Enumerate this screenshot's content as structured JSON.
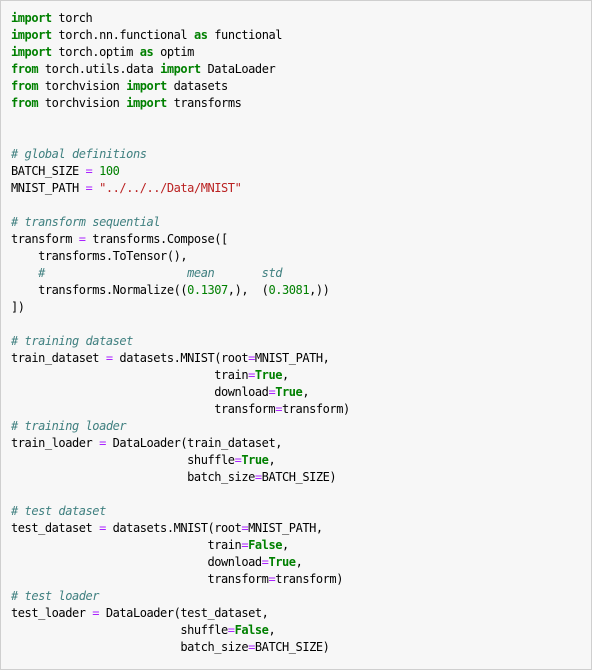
{
  "code_cell": {
    "lines": [
      [
        {
          "t": "kw",
          "v": "import"
        },
        {
          "t": "",
          "v": " torch"
        }
      ],
      [
        {
          "t": "kw",
          "v": "import"
        },
        {
          "t": "",
          "v": " torch.nn.functional "
        },
        {
          "t": "kw",
          "v": "as"
        },
        {
          "t": "",
          "v": " functional"
        }
      ],
      [
        {
          "t": "kw",
          "v": "import"
        },
        {
          "t": "",
          "v": " torch.optim "
        },
        {
          "t": "kw",
          "v": "as"
        },
        {
          "t": "",
          "v": " optim"
        }
      ],
      [
        {
          "t": "kw",
          "v": "from"
        },
        {
          "t": "",
          "v": " torch.utils.data "
        },
        {
          "t": "kw",
          "v": "import"
        },
        {
          "t": "",
          "v": " DataLoader"
        }
      ],
      [
        {
          "t": "kw",
          "v": "from"
        },
        {
          "t": "",
          "v": " torchvision "
        },
        {
          "t": "kw",
          "v": "import"
        },
        {
          "t": "",
          "v": " datasets"
        }
      ],
      [
        {
          "t": "kw",
          "v": "from"
        },
        {
          "t": "",
          "v": " torchvision "
        },
        {
          "t": "kw",
          "v": "import"
        },
        {
          "t": "",
          "v": " transforms"
        }
      ],
      [],
      [],
      [
        {
          "t": "cm",
          "v": "# global definitions"
        }
      ],
      [
        {
          "t": "",
          "v": "BATCH_SIZE "
        },
        {
          "t": "op",
          "v": "="
        },
        {
          "t": "",
          "v": " "
        },
        {
          "t": "num",
          "v": "100"
        }
      ],
      [
        {
          "t": "",
          "v": "MNIST_PATH "
        },
        {
          "t": "op",
          "v": "="
        },
        {
          "t": "",
          "v": " "
        },
        {
          "t": "str",
          "v": "\"../../../Data/MNIST\""
        }
      ],
      [],
      [
        {
          "t": "cm",
          "v": "# transform sequential"
        }
      ],
      [
        {
          "t": "",
          "v": "transform "
        },
        {
          "t": "op",
          "v": "="
        },
        {
          "t": "",
          "v": " transforms.Compose(["
        }
      ],
      [
        {
          "t": "",
          "v": "    transforms.ToTensor(),"
        }
      ],
      [
        {
          "t": "",
          "v": "    "
        },
        {
          "t": "cm",
          "v": "#                     mean       std"
        }
      ],
      [
        {
          "t": "",
          "v": "    transforms.Normalize(("
        },
        {
          "t": "num",
          "v": "0.1307"
        },
        {
          "t": "",
          "v": ",),  ("
        },
        {
          "t": "num",
          "v": "0.3081"
        },
        {
          "t": "",
          "v": ",))"
        }
      ],
      [
        {
          "t": "",
          "v": "])"
        }
      ],
      [],
      [
        {
          "t": "cm",
          "v": "# training dataset"
        }
      ],
      [
        {
          "t": "",
          "v": "train_dataset "
        },
        {
          "t": "op",
          "v": "="
        },
        {
          "t": "",
          "v": " datasets.MNIST(root"
        },
        {
          "t": "op",
          "v": "="
        },
        {
          "t": "",
          "v": "MNIST_PATH,"
        }
      ],
      [
        {
          "t": "",
          "v": "                              train"
        },
        {
          "t": "op",
          "v": "="
        },
        {
          "t": "kw",
          "v": "True"
        },
        {
          "t": "",
          "v": ","
        }
      ],
      [
        {
          "t": "",
          "v": "                              download"
        },
        {
          "t": "op",
          "v": "="
        },
        {
          "t": "kw",
          "v": "True"
        },
        {
          "t": "",
          "v": ","
        }
      ],
      [
        {
          "t": "",
          "v": "                              transform"
        },
        {
          "t": "op",
          "v": "="
        },
        {
          "t": "",
          "v": "transform)"
        }
      ],
      [
        {
          "t": "cm",
          "v": "# training loader"
        }
      ],
      [
        {
          "t": "",
          "v": "train_loader "
        },
        {
          "t": "op",
          "v": "="
        },
        {
          "t": "",
          "v": " DataLoader(train_dataset,"
        }
      ],
      [
        {
          "t": "",
          "v": "                          shuffle"
        },
        {
          "t": "op",
          "v": "="
        },
        {
          "t": "kw",
          "v": "True"
        },
        {
          "t": "",
          "v": ","
        }
      ],
      [
        {
          "t": "",
          "v": "                          batch_size"
        },
        {
          "t": "op",
          "v": "="
        },
        {
          "t": "",
          "v": "BATCH_SIZE)"
        }
      ],
      [],
      [
        {
          "t": "cm",
          "v": "# test dataset"
        }
      ],
      [
        {
          "t": "",
          "v": "test_dataset "
        },
        {
          "t": "op",
          "v": "="
        },
        {
          "t": "",
          "v": " datasets.MNIST(root"
        },
        {
          "t": "op",
          "v": "="
        },
        {
          "t": "",
          "v": "MNIST_PATH,"
        }
      ],
      [
        {
          "t": "",
          "v": "                             train"
        },
        {
          "t": "op",
          "v": "="
        },
        {
          "t": "kw",
          "v": "False"
        },
        {
          "t": "",
          "v": ","
        }
      ],
      [
        {
          "t": "",
          "v": "                             download"
        },
        {
          "t": "op",
          "v": "="
        },
        {
          "t": "kw",
          "v": "True"
        },
        {
          "t": "",
          "v": ","
        }
      ],
      [
        {
          "t": "",
          "v": "                             transform"
        },
        {
          "t": "op",
          "v": "="
        },
        {
          "t": "",
          "v": "transform)"
        }
      ],
      [
        {
          "t": "cm",
          "v": "# test loader"
        }
      ],
      [
        {
          "t": "",
          "v": "test_loader "
        },
        {
          "t": "op",
          "v": "="
        },
        {
          "t": "",
          "v": " DataLoader(test_dataset,"
        }
      ],
      [
        {
          "t": "",
          "v": "                         shuffle"
        },
        {
          "t": "op",
          "v": "="
        },
        {
          "t": "kw",
          "v": "False"
        },
        {
          "t": "",
          "v": ","
        }
      ],
      [
        {
          "t": "",
          "v": "                         batch_size"
        },
        {
          "t": "op",
          "v": "="
        },
        {
          "t": "",
          "v": "BATCH_SIZE)"
        }
      ]
    ]
  },
  "colors": {
    "cell_background": "#f7f7f7",
    "cell_border": "#cfcfcf",
    "keyword": "#008000",
    "comment": "#408080",
    "number": "#008000",
    "string": "#ba2121",
    "operator": "#aa22ff"
  }
}
